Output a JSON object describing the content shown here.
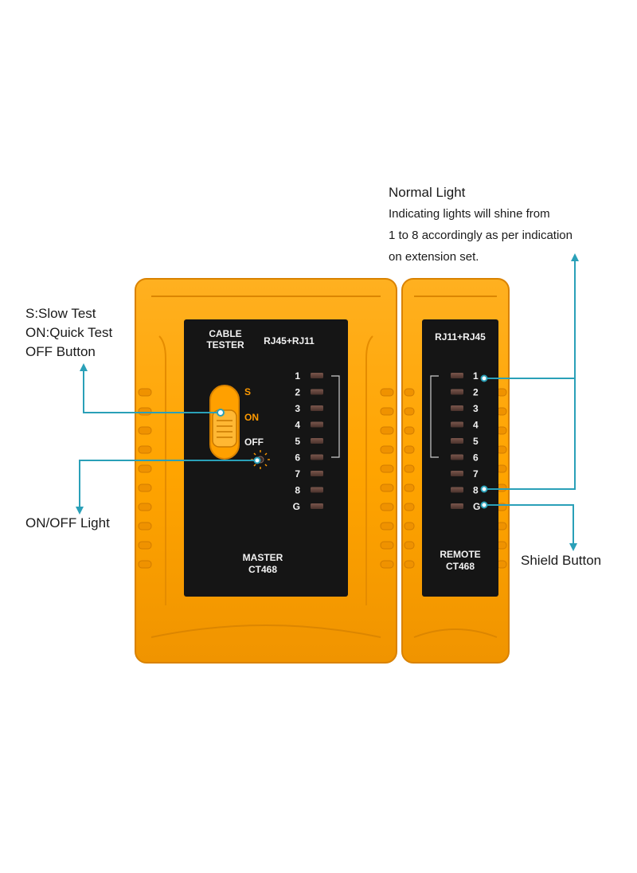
{
  "annotations": {
    "normal_light": {
      "title": "Normal Light",
      "lines": [
        "Indicating lights will shine from",
        "1 to 8 accordingly as per indication",
        "on extension set."
      ]
    },
    "switch": {
      "lines": [
        "S:Slow Test",
        "ON:Quick Test",
        "OFF Button"
      ]
    },
    "onoff_light": "ON/OFF Light",
    "shield_button": "Shield Button"
  },
  "master": {
    "title_line1": "CABLE",
    "title_line2": "TESTER",
    "ports": "RJ45+RJ11",
    "switch_labels": [
      "S",
      "ON",
      "OFF"
    ],
    "led_labels": [
      "1",
      "2",
      "3",
      "4",
      "5",
      "6",
      "7",
      "8",
      "G"
    ],
    "name_line1": "MASTER",
    "name_line2": "CT468"
  },
  "remote": {
    "ports": "RJ11+RJ45",
    "led_labels": [
      "1",
      "2",
      "3",
      "4",
      "5",
      "6",
      "7",
      "8",
      "G"
    ],
    "name_line1": "REMOTE",
    "name_line2": "CT468"
  },
  "colors": {
    "body": "#ffa500",
    "body_dark": "#e08a00",
    "panel": "#151515",
    "callout": "#2aa0b8",
    "led_off": "#5a3f38"
  }
}
